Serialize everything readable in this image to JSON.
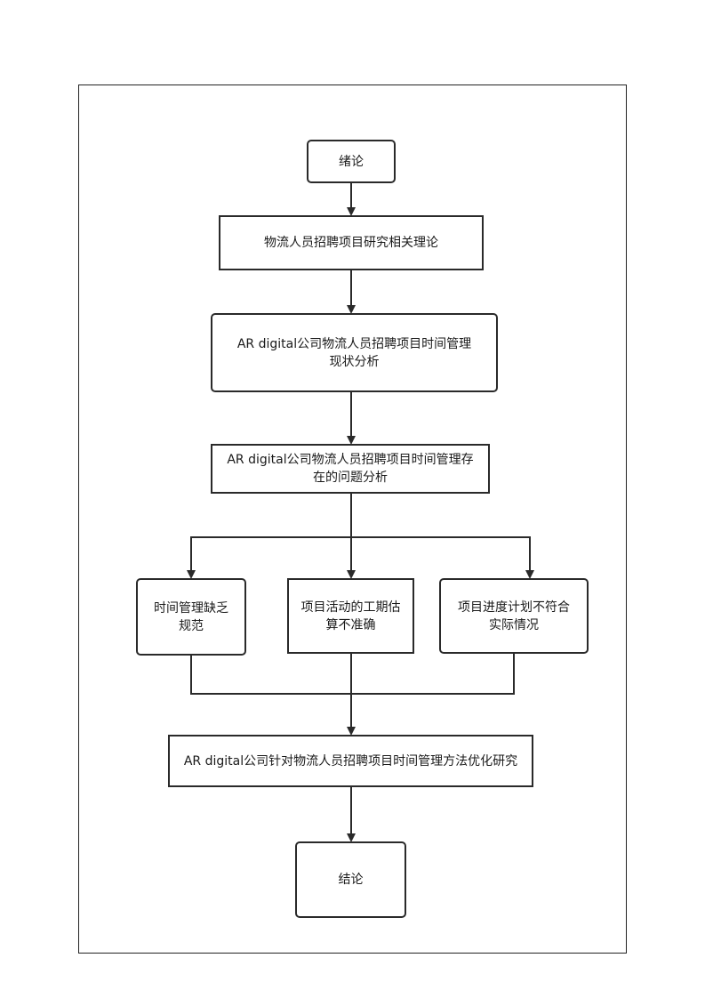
{
  "nodes": {
    "start": "绪论",
    "theory": "物流人员招聘项目研究相关理论",
    "status": "AR digital公司物流人员招聘项目时间管理现状分析",
    "problems": "AR digital公司物流人员招聘项目时间管理存在的问题分析",
    "problem_1": "时间管理缺乏规范",
    "problem_2": "项目活动的工期估算不准确",
    "problem_3": "项目进度计划不符合实际情况",
    "optimization": "AR digital公司针对物流人员招聘项目时间管理方法优化研究",
    "end": "结论"
  }
}
